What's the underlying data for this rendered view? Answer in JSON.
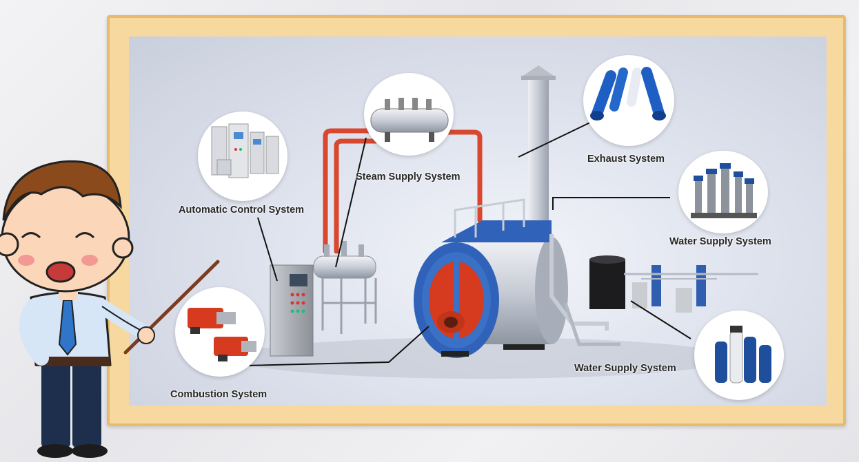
{
  "labels": {
    "automatic_control": "Automatic Control System",
    "steam_supply": "Steam Supply System",
    "exhaust": "Exhaust System",
    "water_supply_top": "Water Supply System",
    "water_supply_bottom": "Water Supply System",
    "combustion": "Combustion System"
  },
  "icons": {
    "control_cabinets": "control-cabinets-icon",
    "steam_header": "steam-header-icon",
    "exhaust_pipes": "exhaust-pipes-icon",
    "pumps": "water-pumps-icon",
    "water_tanks": "water-treatment-tanks-icon",
    "burners": "burner-icon",
    "boiler": "boiler-icon",
    "teacher": "teacher-cartoon-icon"
  },
  "colors": {
    "frame": "#f7d9a0",
    "frame_border": "#e7ba6e",
    "boiler_blue": "#2f62b8",
    "burner_red": "#d63a1f",
    "pipe_red": "#d9482e"
  }
}
